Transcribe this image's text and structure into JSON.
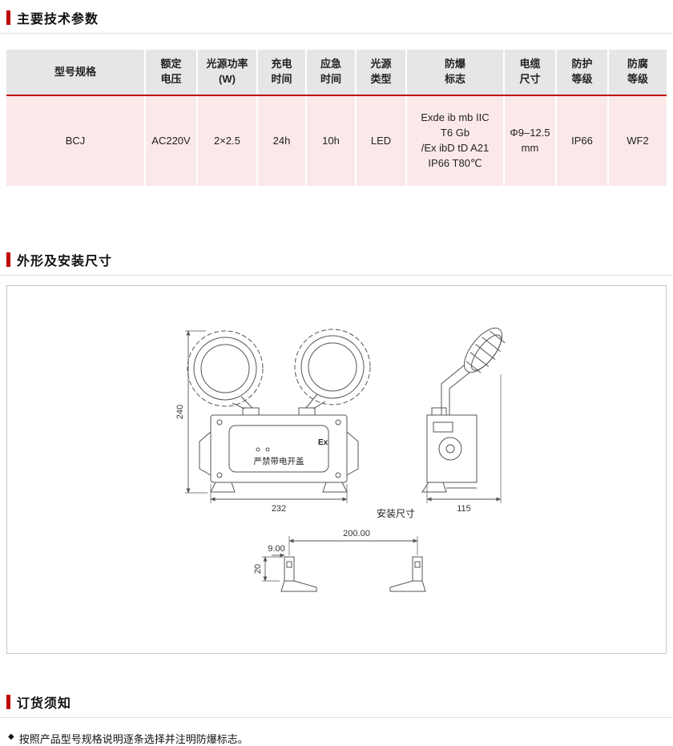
{
  "colors": {
    "accent": "#c00000",
    "table-header-bg": "#e6e6e6",
    "table-row-bg": "#fbe9e9",
    "line-gray": "#e2e2e2",
    "box-border": "#c6c6c6",
    "text": "#1a1a1a"
  },
  "section1": {
    "title": "主要技术参数"
  },
  "section2": {
    "title": "外形及安装尺寸"
  },
  "section3": {
    "title": "订货须知"
  },
  "ordering_note": {
    "bullet": "◆",
    "text": "按照产品型号规格说明逐条选择并注明防爆标志。"
  },
  "table": {
    "headers": [
      "型号规格",
      "额定\n电压",
      "光源功率\n(W)",
      "充电\n时间",
      "应急\n时间",
      "光源\n类型",
      "防爆\n标志",
      "电缆\n尺寸",
      "防护\n等级",
      "防腐\n等级"
    ],
    "row": [
      "BCJ",
      "AC220V",
      "2×2.5",
      "24h",
      "10h",
      "LED",
      "Exde ib mb IIC\nT6 Gb\n/Ex ibD tD A21\nIP66 T80℃",
      "Φ9–12.5\nmm",
      "IP66",
      "WF2"
    ]
  },
  "drawing": {
    "dim_height": "240",
    "dim_width": "232",
    "dim_depth": "115",
    "install_title": "安装尺寸",
    "dim_install_span": "200.00",
    "dim_install_offset": "9.00",
    "dim_install_height": "20",
    "ex_mark": "Ex",
    "warning": "严禁带电开盖"
  }
}
